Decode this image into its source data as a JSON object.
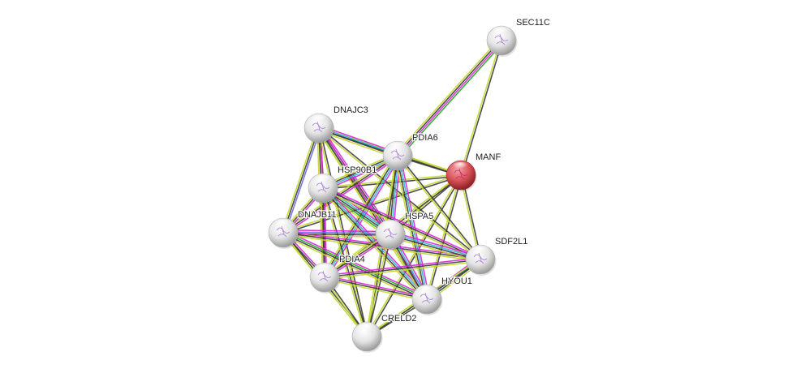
{
  "title": "Protein interaction network",
  "edge_colors": {
    "black": "#3a3a3a",
    "yellowgreen": "#c4d62e",
    "magenta": "#d826d8",
    "cyan": "#2bb7d4",
    "green": "#1fa81f",
    "blue": "#6a6ae0"
  },
  "nodes": [
    {
      "id": "SEC11C",
      "label": "SEC11C",
      "color": "#e8e8e8",
      "query": false
    },
    {
      "id": "MANF",
      "label": "MANF",
      "color": "#d9545a",
      "query": true
    },
    {
      "id": "DNAJC3",
      "label": "DNAJC3",
      "color": "#e8e8e8",
      "query": false
    },
    {
      "id": "PDIA6",
      "label": "PDIA6",
      "color": "#e8e8e8",
      "query": false
    },
    {
      "id": "HSP90B1",
      "label": "HSP90B1",
      "color": "#e8e8e8",
      "query": false
    },
    {
      "id": "DNAJB11",
      "label": "DNAJB11",
      "color": "#e8e8e8",
      "query": false
    },
    {
      "id": "HSPA5",
      "label": "HSPA5",
      "color": "#e8e8e8",
      "query": false
    },
    {
      "id": "SDF2L1",
      "label": "SDF2L1",
      "color": "#e8e8e8",
      "query": false
    },
    {
      "id": "PDIA4",
      "label": "PDIA4",
      "color": "#e8e8e8",
      "query": false
    },
    {
      "id": "HYOU1",
      "label": "HYOU1",
      "color": "#e8e8e8",
      "query": false
    },
    {
      "id": "CRELD2",
      "label": "CRELD2",
      "color": "#e8e8e8",
      "query": false
    }
  ],
  "edges": [
    {
      "source": "SEC11C",
      "target": "PDIA6",
      "types": [
        "green",
        "magenta",
        "black",
        "yellowgreen"
      ]
    },
    {
      "source": "SEC11C",
      "target": "MANF",
      "types": [
        "black",
        "yellowgreen"
      ]
    },
    {
      "source": "MANF",
      "target": "PDIA6",
      "types": [
        "black",
        "yellowgreen"
      ]
    },
    {
      "source": "MANF",
      "target": "DNAJC3",
      "types": [
        "black",
        "yellowgreen"
      ]
    },
    {
      "source": "MANF",
      "target": "HSP90B1",
      "types": [
        "black",
        "yellowgreen"
      ]
    },
    {
      "source": "MANF",
      "target": "DNAJB11",
      "types": [
        "black",
        "yellowgreen"
      ]
    },
    {
      "source": "MANF",
      "target": "HSPA5",
      "types": [
        "black",
        "yellowgreen"
      ]
    },
    {
      "source": "MANF",
      "target": "SDF2L1",
      "types": [
        "black",
        "yellowgreen"
      ]
    },
    {
      "source": "MANF",
      "target": "PDIA4",
      "types": [
        "black",
        "yellowgreen"
      ]
    },
    {
      "source": "MANF",
      "target": "HYOU1",
      "types": [
        "black",
        "yellowgreen"
      ]
    },
    {
      "source": "MANF",
      "target": "CRELD2",
      "types": [
        "black",
        "yellowgreen"
      ]
    },
    {
      "source": "DNAJC3",
      "target": "PDIA6",
      "types": [
        "magenta",
        "cyan",
        "black",
        "yellowgreen"
      ]
    },
    {
      "source": "DNAJC3",
      "target": "HSP90B1",
      "types": [
        "black",
        "yellowgreen"
      ]
    },
    {
      "source": "DNAJC3",
      "target": "DNAJB11",
      "types": [
        "blue",
        "black",
        "yellowgreen"
      ]
    },
    {
      "source": "DNAJC3",
      "target": "HSPA5",
      "types": [
        "magenta",
        "black",
        "green",
        "yellowgreen"
      ]
    },
    {
      "source": "DNAJC3",
      "target": "PDIA4",
      "types": [
        "magenta",
        "black",
        "yellowgreen"
      ]
    },
    {
      "source": "DNAJC3",
      "target": "HYOU1",
      "types": [
        "magenta",
        "black",
        "yellowgreen"
      ]
    },
    {
      "source": "DNAJC3",
      "target": "SDF2L1",
      "types": [
        "black",
        "yellowgreen"
      ]
    },
    {
      "source": "DNAJC3",
      "target": "CRELD2",
      "types": [
        "black",
        "yellowgreen"
      ]
    },
    {
      "source": "PDIA6",
      "target": "HSP90B1",
      "types": [
        "magenta",
        "cyan",
        "black",
        "yellowgreen"
      ]
    },
    {
      "source": "PDIA6",
      "target": "DNAJB11",
      "types": [
        "magenta",
        "black",
        "yellowgreen"
      ]
    },
    {
      "source": "PDIA6",
      "target": "HSPA5",
      "types": [
        "magenta",
        "cyan",
        "black",
        "yellowgreen"
      ]
    },
    {
      "source": "PDIA6",
      "target": "PDIA4",
      "types": [
        "magenta",
        "cyan",
        "black",
        "yellowgreen"
      ]
    },
    {
      "source": "PDIA6",
      "target": "HYOU1",
      "types": [
        "magenta",
        "cyan",
        "black",
        "yellowgreen"
      ]
    },
    {
      "source": "PDIA6",
      "target": "SDF2L1",
      "types": [
        "black",
        "yellowgreen"
      ]
    },
    {
      "source": "PDIA6",
      "target": "CRELD2",
      "types": [
        "black",
        "yellowgreen"
      ]
    },
    {
      "source": "HSP90B1",
      "target": "DNAJB11",
      "types": [
        "magenta",
        "black",
        "yellowgreen"
      ]
    },
    {
      "source": "HSP90B1",
      "target": "HSPA5",
      "types": [
        "magenta",
        "cyan",
        "black",
        "green",
        "yellowgreen"
      ]
    },
    {
      "source": "HSP90B1",
      "target": "PDIA4",
      "types": [
        "magenta",
        "black",
        "yellowgreen"
      ]
    },
    {
      "source": "HSP90B1",
      "target": "HYOU1",
      "types": [
        "magenta",
        "cyan",
        "black",
        "yellowgreen"
      ]
    },
    {
      "source": "HSP90B1",
      "target": "SDF2L1",
      "types": [
        "magenta",
        "black",
        "yellowgreen"
      ]
    },
    {
      "source": "HSP90B1",
      "target": "CRELD2",
      "types": [
        "black",
        "yellowgreen"
      ]
    },
    {
      "source": "DNAJB11",
      "target": "HSPA5",
      "types": [
        "magenta",
        "blue",
        "black",
        "yellowgreen"
      ]
    },
    {
      "source": "DNAJB11",
      "target": "PDIA4",
      "types": [
        "magenta",
        "black",
        "yellowgreen"
      ]
    },
    {
      "source": "DNAJB11",
      "target": "HYOU1",
      "types": [
        "magenta",
        "green",
        "black",
        "yellowgreen"
      ]
    },
    {
      "source": "DNAJB11",
      "target": "SDF2L1",
      "types": [
        "magenta",
        "black",
        "yellowgreen"
      ]
    },
    {
      "source": "DNAJB11",
      "target": "CRELD2",
      "types": [
        "black",
        "yellowgreen"
      ]
    },
    {
      "source": "HSPA5",
      "target": "PDIA4",
      "types": [
        "magenta",
        "black",
        "yellowgreen"
      ]
    },
    {
      "source": "HSPA5",
      "target": "HYOU1",
      "types": [
        "magenta",
        "cyan",
        "black",
        "yellowgreen"
      ]
    },
    {
      "source": "HSPA5",
      "target": "SDF2L1",
      "types": [
        "magenta",
        "cyan",
        "black",
        "yellowgreen"
      ]
    },
    {
      "source": "HSPA5",
      "target": "CRELD2",
      "types": [
        "black",
        "yellowgreen"
      ]
    },
    {
      "source": "PDIA4",
      "target": "HYOU1",
      "types": [
        "magenta",
        "black",
        "yellowgreen"
      ]
    },
    {
      "source": "PDIA4",
      "target": "SDF2L1",
      "types": [
        "magenta",
        "black",
        "yellowgreen"
      ]
    },
    {
      "source": "PDIA4",
      "target": "CRELD2",
      "types": [
        "black",
        "yellowgreen"
      ]
    },
    {
      "source": "HYOU1",
      "target": "SDF2L1",
      "types": [
        "magenta",
        "cyan",
        "black",
        "yellowgreen"
      ]
    },
    {
      "source": "HYOU1",
      "target": "CRELD2",
      "types": [
        "black",
        "yellowgreen"
      ]
    },
    {
      "source": "SDF2L1",
      "target": "CRELD2",
      "types": [
        "black",
        "yellowgreen"
      ]
    }
  ]
}
